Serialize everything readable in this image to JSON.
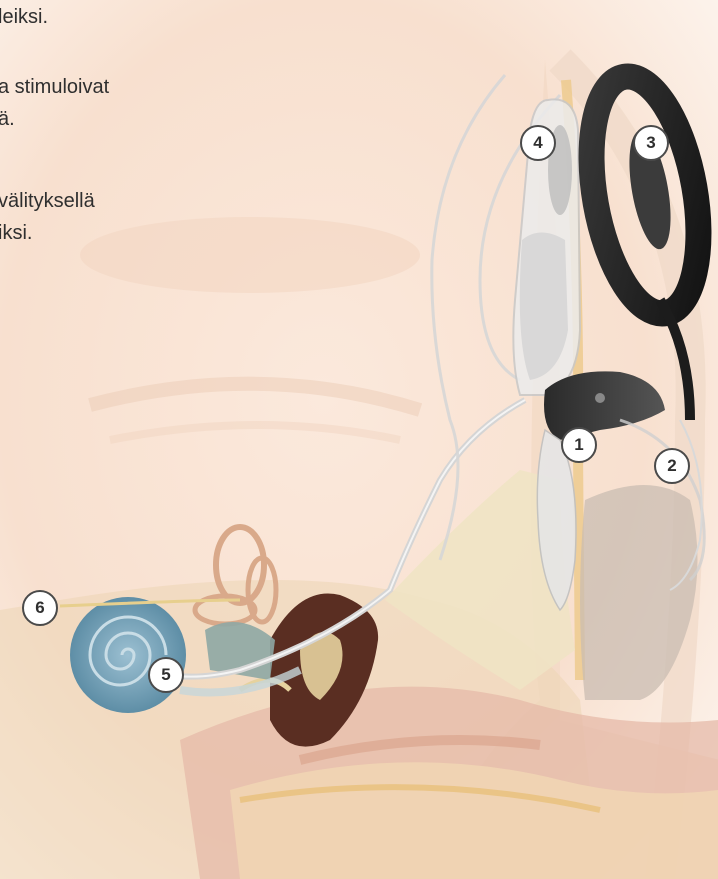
{
  "text_lines": [
    "leiksi.",
    "a stimuloivat",
    "ä.",
    "välityksellä",
    "iksi."
  ],
  "callouts": [
    "1",
    "2",
    "3",
    "4",
    "5",
    "6"
  ]
}
